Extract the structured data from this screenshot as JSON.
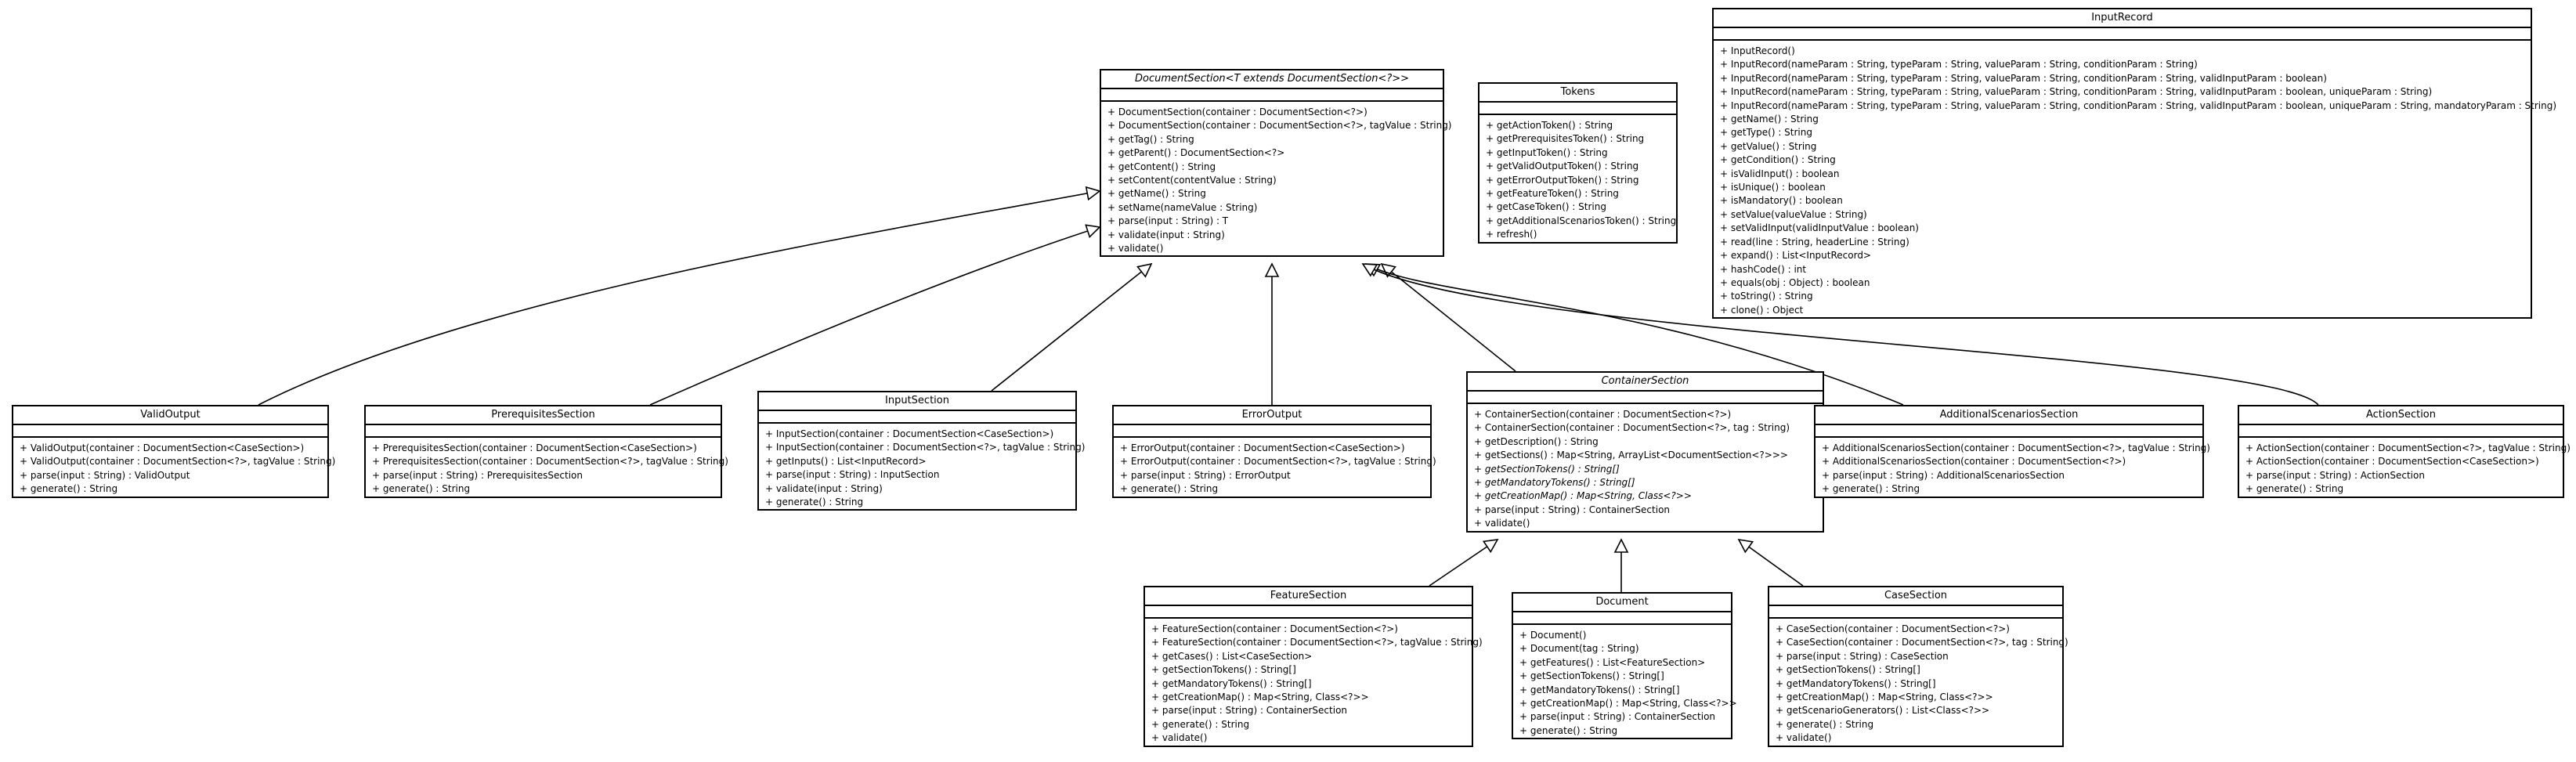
{
  "classes": [
    {
      "id": "DocumentSection",
      "name": "DocumentSection<T extends DocumentSection<?>>",
      "abstract": true,
      "operations": [
        {
          "text": "+ DocumentSection(container : DocumentSection<?>)"
        },
        {
          "text": "+ DocumentSection(container : DocumentSection<?>, tagValue : String)"
        },
        {
          "text": "+ getTag() : String"
        },
        {
          "text": "+ getParent() : DocumentSection<?>"
        },
        {
          "text": "+ getContent() : String"
        },
        {
          "text": "+ setContent(contentValue : String)"
        },
        {
          "text": "+ getName() : String"
        },
        {
          "text": "+ setName(nameValue : String)"
        },
        {
          "text": "+ parse(input : String) : T"
        },
        {
          "text": "+ validate(input : String)"
        },
        {
          "text": "+ validate()"
        }
      ]
    },
    {
      "id": "Tokens",
      "name": "Tokens",
      "abstract": false,
      "operations": [
        {
          "text": "+ getActionToken() : String"
        },
        {
          "text": "+ getPrerequisitesToken() : String"
        },
        {
          "text": "+ getInputToken() : String"
        },
        {
          "text": "+ getValidOutputToken() : String"
        },
        {
          "text": "+ getErrorOutputToken() : String"
        },
        {
          "text": "+ getFeatureToken() : String"
        },
        {
          "text": "+ getCaseToken() : String"
        },
        {
          "text": "+ getAdditionalScenariosToken() : String"
        },
        {
          "text": "+ refresh()"
        }
      ]
    },
    {
      "id": "InputRecord",
      "name": "InputRecord",
      "abstract": false,
      "operations": [
        {
          "text": "+ InputRecord()"
        },
        {
          "text": "+ InputRecord(nameParam : String, typeParam : String, valueParam : String, conditionParam : String)"
        },
        {
          "text": "+ InputRecord(nameParam : String, typeParam : String, valueParam : String, conditionParam : String, validInputParam : boolean)"
        },
        {
          "text": "+ InputRecord(nameParam : String, typeParam : String, valueParam : String, conditionParam : String, validInputParam : boolean, uniqueParam : String)"
        },
        {
          "text": "+ InputRecord(nameParam : String, typeParam : String, valueParam : String, conditionParam : String, validInputParam : boolean, uniqueParam : String, mandatoryParam : String)"
        },
        {
          "text": "+ getName() : String"
        },
        {
          "text": "+ getType() : String"
        },
        {
          "text": "+ getValue() : String"
        },
        {
          "text": "+ getCondition() : String"
        },
        {
          "text": "+ isValidInput() : boolean"
        },
        {
          "text": "+ isUnique() : boolean"
        },
        {
          "text": "+ isMandatory() : boolean"
        },
        {
          "text": "+ setValue(valueValue : String)"
        },
        {
          "text": "+ setValidInput(validInputValue : boolean)"
        },
        {
          "text": "+ read(line : String, headerLine : String)"
        },
        {
          "text": "+ expand() : List<InputRecord>"
        },
        {
          "text": "+ hashCode() : int"
        },
        {
          "text": "+ equals(obj : Object) : boolean"
        },
        {
          "text": "+ toString() : String"
        },
        {
          "text": "+ clone() : Object"
        }
      ]
    },
    {
      "id": "ValidOutput",
      "name": "ValidOutput",
      "abstract": false,
      "operations": [
        {
          "text": "+ ValidOutput(container : DocumentSection<CaseSection>)"
        },
        {
          "text": "+ ValidOutput(container : DocumentSection<?>, tagValue : String)"
        },
        {
          "text": "+ parse(input : String) : ValidOutput"
        },
        {
          "text": "+ generate() : String"
        }
      ]
    },
    {
      "id": "PrerequisitesSection",
      "name": "PrerequisitesSection",
      "abstract": false,
      "operations": [
        {
          "text": "+ PrerequisitesSection(container : DocumentSection<CaseSection>)"
        },
        {
          "text": "+ PrerequisitesSection(container : DocumentSection<?>, tagValue : String)"
        },
        {
          "text": "+ parse(input : String) : PrerequisitesSection"
        },
        {
          "text": "+ generate() : String"
        }
      ]
    },
    {
      "id": "InputSection",
      "name": "InputSection",
      "abstract": false,
      "operations": [
        {
          "text": "+ InputSection(container : DocumentSection<CaseSection>)"
        },
        {
          "text": "+ InputSection(container : DocumentSection<?>, tagValue : String)"
        },
        {
          "text": "+ getInputs() : List<InputRecord>"
        },
        {
          "text": "+ parse(input : String) : InputSection"
        },
        {
          "text": "+ validate(input : String)"
        },
        {
          "text": "+ generate() : String"
        }
      ]
    },
    {
      "id": "ErrorOutput",
      "name": "ErrorOutput",
      "abstract": false,
      "operations": [
        {
          "text": "+ ErrorOutput(container : DocumentSection<CaseSection>)"
        },
        {
          "text": "+ ErrorOutput(container : DocumentSection<?>, tagValue : String)"
        },
        {
          "text": "+ parse(input : String) : ErrorOutput"
        },
        {
          "text": "+ generate() : String"
        }
      ]
    },
    {
      "id": "ContainerSection",
      "name": "ContainerSection",
      "abstract": true,
      "operations": [
        {
          "text": "+ ContainerSection(container : DocumentSection<?>)"
        },
        {
          "text": "+ ContainerSection(container : DocumentSection<?>, tag : String)"
        },
        {
          "text": "+ getDescription() : String"
        },
        {
          "text": "+ getSections() : Map<String, ArrayList<DocumentSection<?>>>"
        },
        {
          "text": "+ getSectionTokens() : String[]",
          "abstract": true
        },
        {
          "text": "+ getMandatoryTokens() : String[]",
          "abstract": true
        },
        {
          "text": "+ getCreationMap() : Map<String, Class<?>>",
          "abstract": true
        },
        {
          "text": "+ parse(input : String) : ContainerSection"
        },
        {
          "text": "+ validate()"
        }
      ]
    },
    {
      "id": "AdditionalScenariosSection",
      "name": "AdditionalScenariosSection",
      "abstract": false,
      "operations": [
        {
          "text": "+ AdditionalScenariosSection(container : DocumentSection<?>, tagValue : String)"
        },
        {
          "text": "+ AdditionalScenariosSection(container : DocumentSection<?>)"
        },
        {
          "text": "+ parse(input : String) : AdditionalScenariosSection"
        },
        {
          "text": "+ generate() : String"
        }
      ]
    },
    {
      "id": "ActionSection",
      "name": "ActionSection",
      "abstract": false,
      "operations": [
        {
          "text": "+ ActionSection(container : DocumentSection<?>, tagValue : String)"
        },
        {
          "text": "+ ActionSection(container : DocumentSection<CaseSection>)"
        },
        {
          "text": "+ parse(input : String) : ActionSection"
        },
        {
          "text": "+ generate() : String"
        }
      ]
    },
    {
      "id": "FeatureSection",
      "name": "FeatureSection",
      "abstract": false,
      "operations": [
        {
          "text": "+ FeatureSection(container : DocumentSection<?>)"
        },
        {
          "text": "+ FeatureSection(container : DocumentSection<?>, tagValue : String)"
        },
        {
          "text": "+ getCases() : List<CaseSection>"
        },
        {
          "text": "+ getSectionTokens() : String[]"
        },
        {
          "text": "+ getMandatoryTokens() : String[]"
        },
        {
          "text": "+ getCreationMap() : Map<String, Class<?>>"
        },
        {
          "text": "+ parse(input : String) : ContainerSection"
        },
        {
          "text": "+ generate() : String"
        },
        {
          "text": "+ validate()"
        }
      ]
    },
    {
      "id": "Document",
      "name": "Document",
      "abstract": false,
      "operations": [
        {
          "text": "+ Document()"
        },
        {
          "text": "+ Document(tag : String)"
        },
        {
          "text": "+ getFeatures() : List<FeatureSection>"
        },
        {
          "text": "+ getSectionTokens() : String[]"
        },
        {
          "text": "+ getMandatoryTokens() : String[]"
        },
        {
          "text": "+ getCreationMap() : Map<String, Class<?>>"
        },
        {
          "text": "+ parse(input : String) : ContainerSection"
        },
        {
          "text": "+ generate() : String"
        }
      ]
    },
    {
      "id": "CaseSection",
      "name": "CaseSection",
      "abstract": false,
      "operations": [
        {
          "text": "+ CaseSection(container : DocumentSection<?>)"
        },
        {
          "text": "+ CaseSection(container : DocumentSection<?>, tag : String)"
        },
        {
          "text": "+ parse(input : String) : CaseSection"
        },
        {
          "text": "+ getSectionTokens() : String[]"
        },
        {
          "text": "+ getMandatoryTokens() : String[]"
        },
        {
          "text": "+ getCreationMap() : Map<String, Class<?>>"
        },
        {
          "text": "+ getScenarioGenerators() : List<Class<?>>"
        },
        {
          "text": "+ generate() : String"
        },
        {
          "text": "+ validate()"
        }
      ]
    }
  ],
  "generalizations": [
    {
      "from": "ValidOutput",
      "to": "DocumentSection"
    },
    {
      "from": "PrerequisitesSection",
      "to": "DocumentSection"
    },
    {
      "from": "InputSection",
      "to": "DocumentSection"
    },
    {
      "from": "ErrorOutput",
      "to": "DocumentSection"
    },
    {
      "from": "ContainerSection",
      "to": "DocumentSection"
    },
    {
      "from": "AdditionalScenariosSection",
      "to": "DocumentSection"
    },
    {
      "from": "ActionSection",
      "to": "DocumentSection"
    },
    {
      "from": "FeatureSection",
      "to": "ContainerSection"
    },
    {
      "from": "Document",
      "to": "ContainerSection"
    },
    {
      "from": "CaseSection",
      "to": "ContainerSection"
    }
  ]
}
